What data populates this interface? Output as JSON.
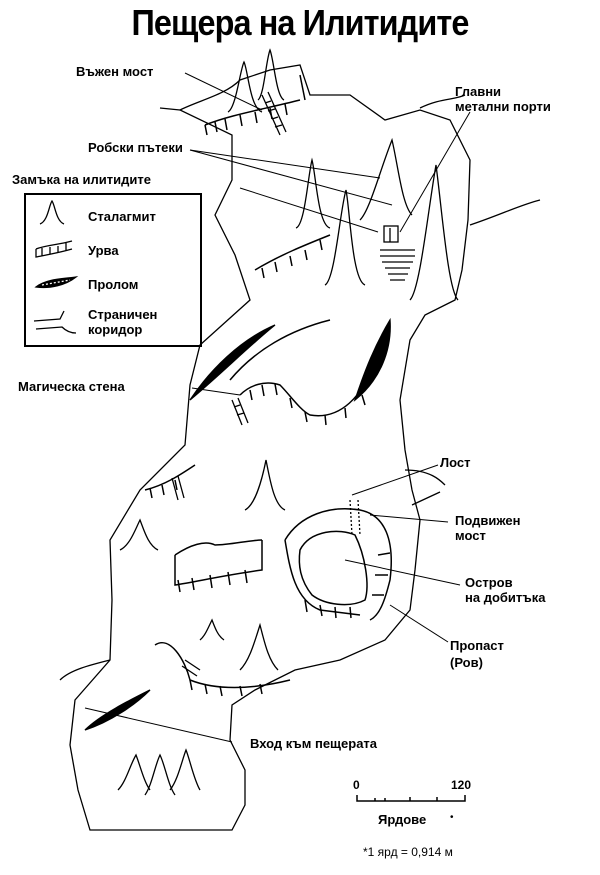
{
  "title": "Пещера на Илитидите",
  "labels": {
    "rope_bridge": "Въжен мост",
    "main_gates_1": "Главни",
    "main_gates_2": "метални порти",
    "slave_paths": "Робски пътеки",
    "castle": "Замъка на илитидите",
    "magic_wall": "Магическа стена",
    "lever": "Лост",
    "drawbridge_1": "Подвижен",
    "drawbridge_2": "мост",
    "island_1": "Остров",
    "island_2": "на добитъка",
    "chasm_1": "Пропаст",
    "chasm_2": "(Ров)",
    "entrance": "Вход към пещерата"
  },
  "legend": {
    "stalagmite": "Сталагмит",
    "cliff": "Урва",
    "rift": "Пролом",
    "side_passage_1": "Страничен",
    "side_passage_2": "коридор"
  },
  "scale": {
    "min": "0",
    "max": "120",
    "unit": "Ярдове",
    "footnote": "*1 ярд = 0,914 м"
  }
}
